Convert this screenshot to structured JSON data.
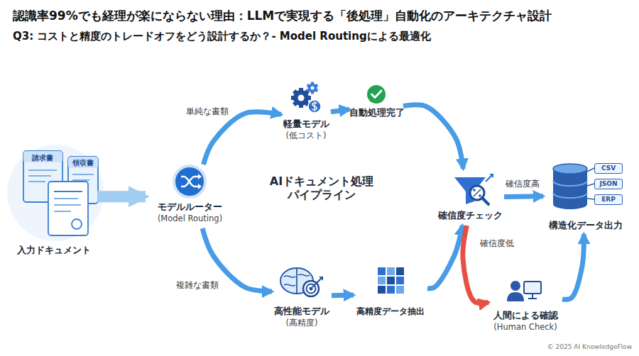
{
  "diagram": {
    "title": "認識率99%でも経理が楽にならない理由：LLMで実現する「後処理」自動化のアーキテクチャ設計",
    "nodes": [
      {
        "text": [
          "請求書",
          "領収書",
          "入力ドキュメント"
        ]
      },
      {
        "text": [
          "モデルルーター",
          "(Model Routing)"
        ]
      },
      {
        "text": [
          "軽量モデル",
          "(低コスト)"
        ]
      },
      {
        "text": [
          "自動処理完了"
        ]
      },
      {
        "text": [
          "高性能モデル",
          "(高精度)"
        ]
      },
      {
        "text": [
          "高精度データ抽出"
        ]
      },
      {
        "text": [
          "確信度チェック"
        ]
      },
      {
        "text": [
          "CSV",
          "JSON",
          "ERP",
          "構造化データ出力"
        ]
      },
      {
        "text": [
          "人間による確認",
          "(Human Check)"
        ]
      }
    ],
    "edges": [
      {
        "from": 0,
        "to": 1,
        "arrow": "to"
      },
      {
        "from": 1,
        "to": 2,
        "label": "単純な書類",
        "arrow": "to"
      },
      {
        "from": 2,
        "to": 3,
        "arrow": "to"
      },
      {
        "from": 3,
        "to": 6,
        "arrow": "to"
      },
      {
        "from": 1,
        "to": 4,
        "label": "複雑な書類",
        "arrow": "to"
      },
      {
        "from": 4,
        "to": 5,
        "arrow": "to"
      },
      {
        "from": 5,
        "to": 6,
        "arrow": "to"
      },
      {
        "from": 6,
        "to": 7,
        "label": "確信度高",
        "arrow": "to"
      },
      {
        "from": 6,
        "to": 8,
        "label": "確信度低",
        "arrow": "to"
      },
      {
        "from": 8,
        "to": 7,
        "arrow": "to"
      }
    ],
    "labels": [
      "Q3: コストと精度のトレードオフをどう設計するか？- Model Routingによる最適化",
      "AIドキュメント処理 パイプライン",
      "© 2025 AI KnowledgeFlow"
    ]
  }
}
